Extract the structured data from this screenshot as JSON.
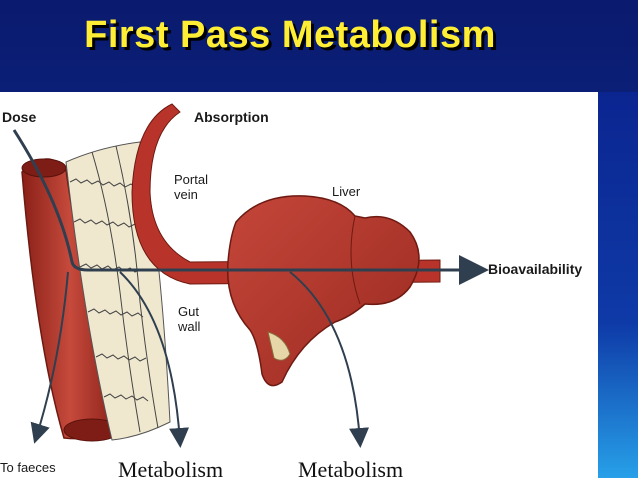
{
  "slide": {
    "title": "First Pass Metabolism"
  },
  "diagram": {
    "labels": {
      "dose": "Dose",
      "absorption": "Absorption",
      "portal_vein": "Portal\nvein",
      "liver": "Liver",
      "bioavailability": "Bioavailability",
      "gut_wall": "Gut\nwall",
      "to_faeces": "To faeces",
      "metabolism_left": "Metabolism",
      "metabolism_right": "Metabolism"
    },
    "colors": {
      "tissue_red": "#b8342a",
      "tissue_dark": "#7e1d16",
      "gut_wall_fill": "#efe8cf",
      "arrow": "#2f3f4f",
      "title_yellow": "#ffee33"
    }
  }
}
